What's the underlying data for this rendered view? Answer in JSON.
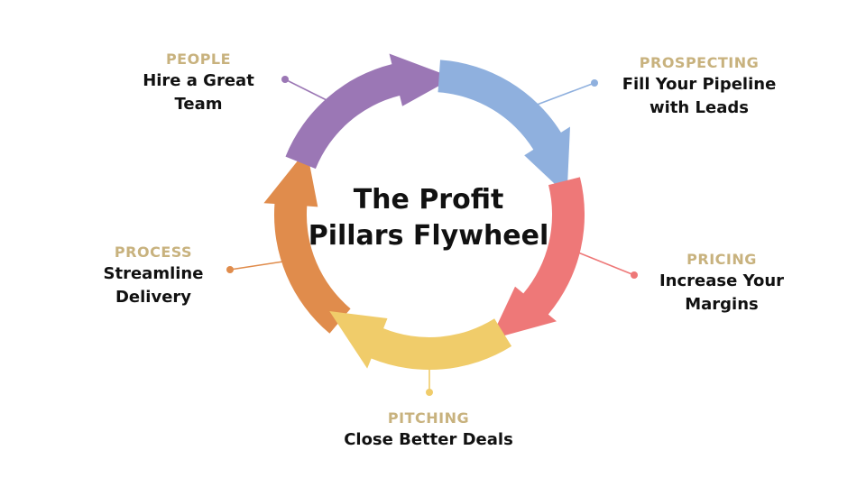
{
  "title": {
    "line1": "The Profit",
    "line2": "Pillars Flywheel"
  },
  "pillars": [
    {
      "heading": "PEOPLE",
      "lines": [
        "Hire a Great",
        "Team"
      ],
      "color": "#9b77b5"
    },
    {
      "heading": "PROSPECTING",
      "lines": [
        "Fill Your Pipeline",
        "with Leads"
      ],
      "color": "#8fb0de"
    },
    {
      "heading": "PRICING",
      "lines": [
        "Increase Your",
        "Margins"
      ],
      "color": "#ee7878"
    },
    {
      "heading": "PITCHING",
      "lines": [
        "Close Better Deals"
      ],
      "color": "#f0cc6a"
    },
    {
      "heading": "PROCESS",
      "lines": [
        "Streamline",
        "Delivery"
      ],
      "color": "#e08c4c"
    }
  ],
  "heading_color": "#c8b27e"
}
